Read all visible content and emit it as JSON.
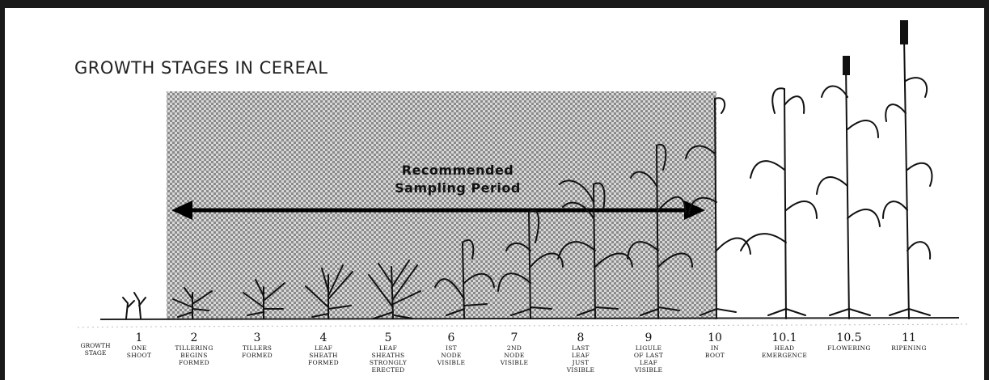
{
  "title": "GROWTH STAGES IN CEREAL",
  "period_label_line1": "Recommended",
  "period_label_line2": "Sampling Period",
  "growth_stage_label": "GROWTH\nSTAGE",
  "stages": [
    {
      "num": "1",
      "desc": "ONE\nSHOOT"
    },
    {
      "num": "2",
      "desc": "TILLERING\nBEGINS\nFORMED"
    },
    {
      "num": "3",
      "desc": "TILLERS\nFORMED"
    },
    {
      "num": "4",
      "desc": "LEAF\nSHEATH\nFORMED"
    },
    {
      "num": "5",
      "desc": "LEAF\nSHEATHS\nSTRONGLY\nERECTED"
    },
    {
      "num": "6",
      "desc": "IST\nNODE\nVISIBLE"
    },
    {
      "num": "7",
      "desc": "2ND\nNODE\nVISIBLE"
    },
    {
      "num": "8",
      "desc": "LAST\nLEAF\nJUST\nVISIBLE"
    },
    {
      "num": "9",
      "desc": "LIGULE\nOF LAST\nLEAF\nVISIBLE"
    },
    {
      "num": "10",
      "desc": "IN\nBOOT"
    },
    {
      "num": "10.1",
      "desc": "HEAD\nEMERGENCE"
    },
    {
      "num": "10.5",
      "desc": "FLOWERING"
    },
    {
      "num": "11",
      "desc": "RIPENING"
    }
  ]
}
